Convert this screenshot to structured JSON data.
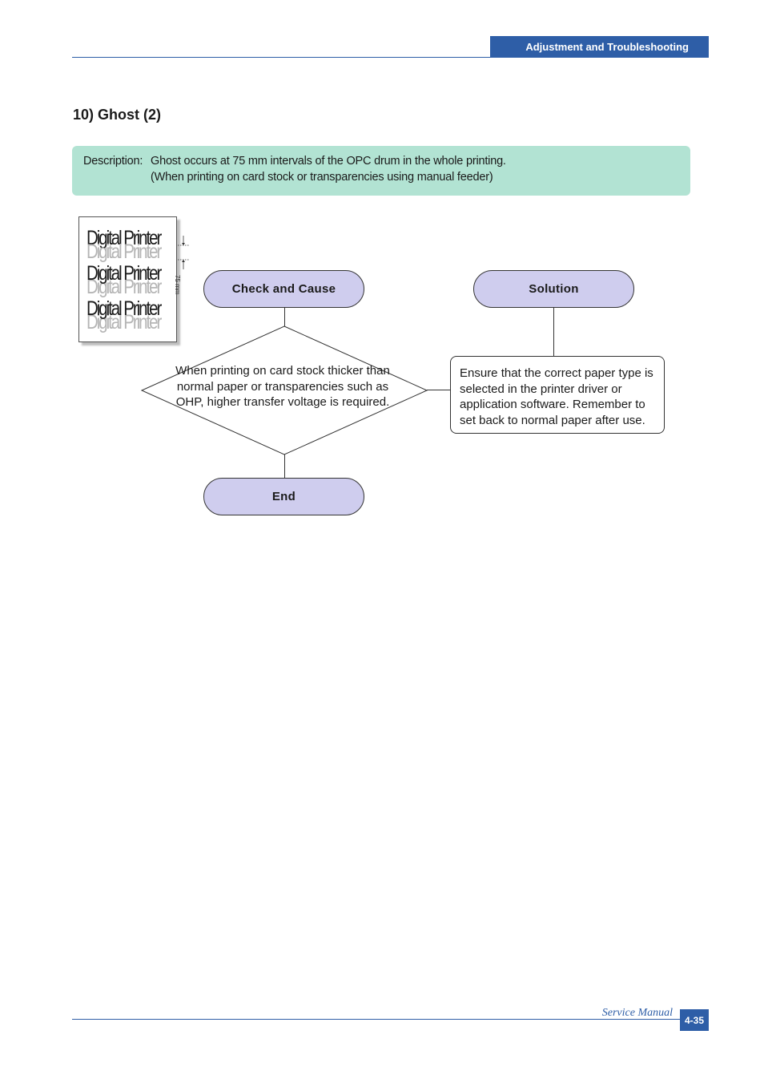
{
  "header": {
    "section": "Adjustment and Troubleshooting"
  },
  "title": "10) Ghost (2)",
  "description": {
    "label": "Description:",
    "line1": "Ghost occurs at 75 mm intervals of the OPC drum in the whole printing.",
    "line2": "(When printing on card stock or transparencies using manual feeder)"
  },
  "sample": {
    "text": "Digital Printer",
    "measure": "75 mm"
  },
  "flowchart": {
    "check_label": "Check and Cause",
    "solution_label": "Solution",
    "cause_text": "When printing on card stock thicker than normal paper or transparencies such as OHP, higher transfer voltage is required.",
    "solution_text": "Ensure that the correct paper type is selected in the printer driver or application software. Remember to set back to normal paper after use.",
    "end_label": "End"
  },
  "footer": {
    "label": "Service Manual",
    "page": "4-35"
  }
}
